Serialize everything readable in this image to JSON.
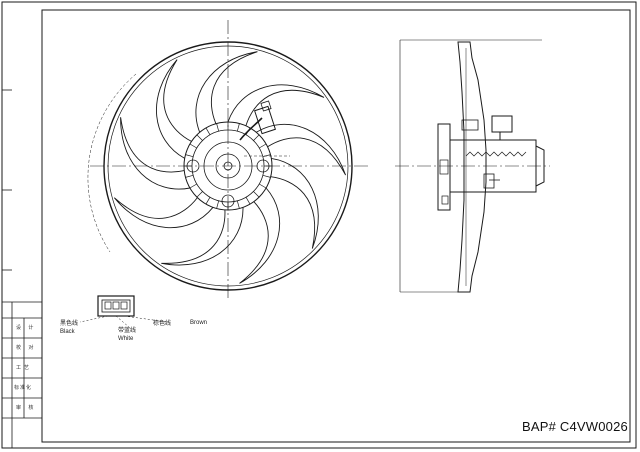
{
  "drawing": {
    "part_number": "BAP# C4VW0026"
  },
  "wiring": {
    "wire_1_label": "黑色线",
    "wire_1_sub": "Black",
    "wire_2_label": "带蓝线",
    "wire_2_sub": "White",
    "wire_3_label": "棕色线",
    "wire_3_sub": "Brown"
  },
  "title_block": {
    "rows": [
      "设 计",
      "校 对",
      "工艺",
      "标准化",
      "审 核"
    ]
  },
  "colors": {
    "line": "#1a1a1a",
    "hatch": "#555555"
  }
}
